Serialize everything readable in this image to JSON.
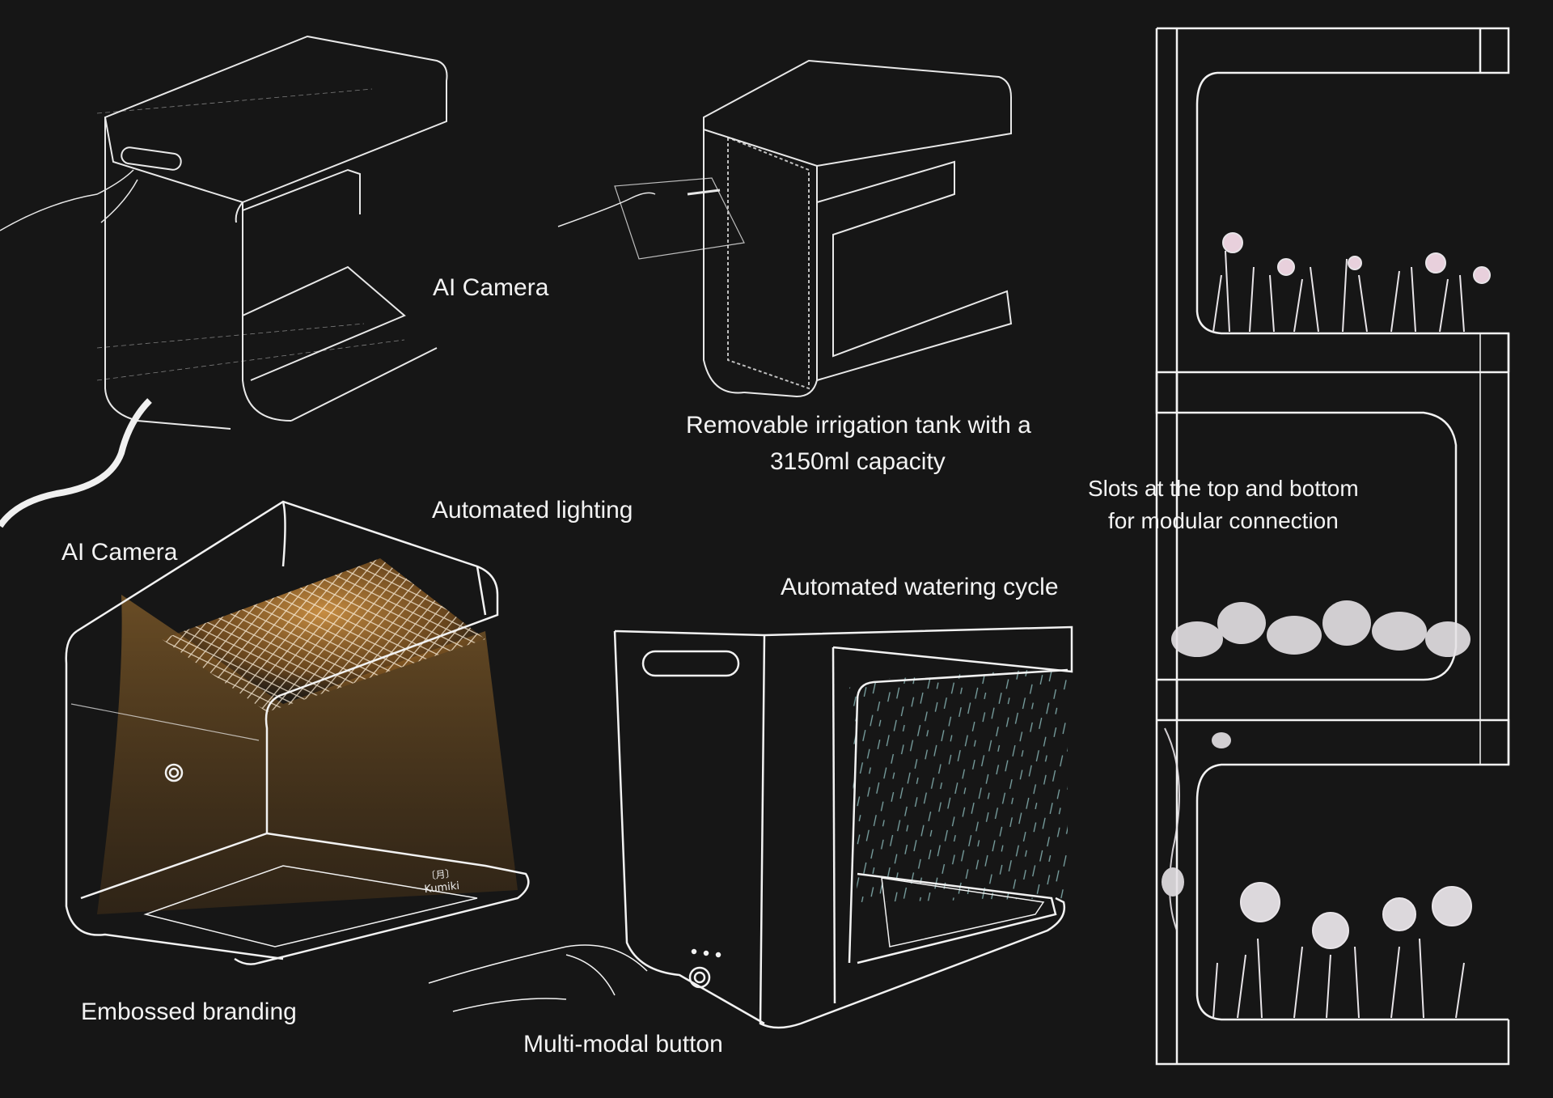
{
  "labels": {
    "ai_camera_top": "AI Camera",
    "irrigation_line1": "Removable irrigation tank with a",
    "irrigation_line2": "3150ml capacity",
    "automated_lighting": "Automated lighting",
    "ai_camera_left": "AI Camera",
    "automated_watering": "Automated watering cycle",
    "slots_line1": "Slots at the top and bottom",
    "slots_line2": "for modular connection",
    "embossed_branding": "Embossed branding",
    "multimodal_button": "Multi-modal button"
  },
  "branding": {
    "mark": "〔月〕",
    "name": "Kumiki"
  },
  "colors": {
    "background": "#161616",
    "sketch_line": "#e8e8e8",
    "light_glow": "#e6a24a",
    "water": "#9fd6d6",
    "flowers": "#e8e4e8"
  }
}
